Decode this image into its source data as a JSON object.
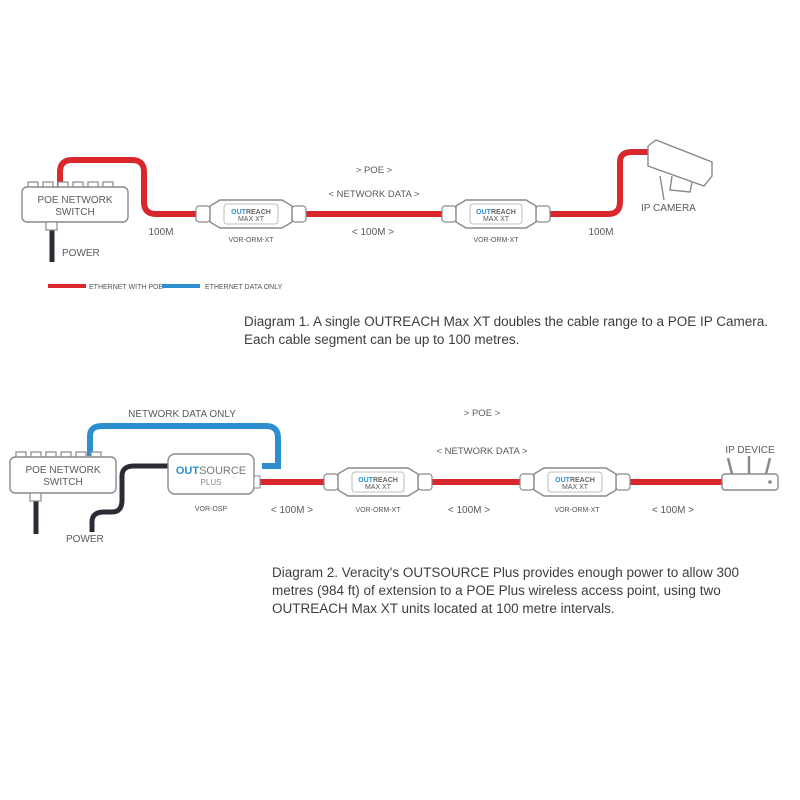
{
  "colors": {
    "poe_red": "#d8282d",
    "data_blue": "#2e8fd0",
    "power_dark": "#2b2b33",
    "device_outline": "#8a8a8a",
    "brand_blue": "#2e8fd0"
  },
  "diagram1": {
    "poe_label": "> POE >",
    "network_data_label": "< NETWORK DATA >",
    "switch_line1": "POE NETWORK",
    "switch_line2": "SWITCH",
    "power_label": "POWER",
    "seg1": "100M",
    "seg2": "< 100M >",
    "seg3": "100M",
    "unit_model": "VOR-ORM-XT",
    "brand_top_out": "OUT",
    "brand_top_reach": "REACH",
    "brand_bottom": "MAX XT",
    "camera_label": "IP CAMERA",
    "legend_poe": "ETHERNET WITH POE",
    "legend_data": "ETHERNET DATA ONLY",
    "caption_line1": "Diagram 1. A single OUTREACH Max XT doubles the cable range to a POE IP Camera.",
    "caption_line2": "Each cable segment can be up to 100 metres."
  },
  "diagram2": {
    "network_data_only": "NETWORK DATA ONLY",
    "poe_label": "> POE >",
    "network_data_label": "< NETWORK DATA >",
    "switch_line1": "POE NETWORK",
    "switch_line2": "SWITCH",
    "power_label": "POWER",
    "outsource_out": "OUT",
    "outsource_source": "SOURCE",
    "outsource_plus": "PLUS",
    "outsource_model": "VOR-OSP",
    "seg1": "< 100M >",
    "seg2": "< 100M >",
    "seg3": "< 100M >",
    "unit_model": "VOR-ORM-XT",
    "brand_top_out": "OUT",
    "brand_top_reach": "REACH",
    "brand_bottom": "MAX XT",
    "device_label": "IP DEVICE",
    "caption": "Diagram 2.  Veracity's OUTSOURCE Plus provides enough power to allow 300 metres (984 ft) of extension to a POE Plus wireless access point, using two OUTREACH Max XT units located at 100 metre intervals."
  }
}
